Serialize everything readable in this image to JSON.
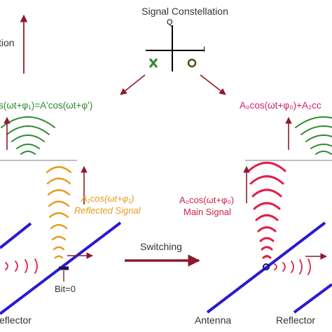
{
  "title": "Signal Constellation",
  "axis": {
    "q": "Q",
    "i": "I"
  },
  "markers": {
    "cross": "x-marker",
    "circle": "o-marker"
  },
  "left_top_label": "tion",
  "left_eq": "s(ωt+φ₁)=A'cos(ωt+φ')",
  "right_eq": "A₀cos(ωt+φ₀)+A₂cc",
  "reflected": {
    "line1": "A₁cos(ωt+φ₁)",
    "line2": "Reflected Signal"
  },
  "main": {
    "line1": "A₀cos(ωt+φ₀)",
    "line2": "Main Signal"
  },
  "switching": "Switching",
  "bit": "Bit=0",
  "bottom": {
    "left_reflector": "eflector",
    "antenna": "Antenna",
    "right_reflector": "Reflector"
  },
  "colors": {
    "arrow": "#8b1a2b",
    "green": "#2e8b2e",
    "orange": "#e89a1a",
    "red": "#e0204a",
    "blue": "#2a1ad0",
    "magenta": "#d0206a",
    "gray": "#999999"
  }
}
